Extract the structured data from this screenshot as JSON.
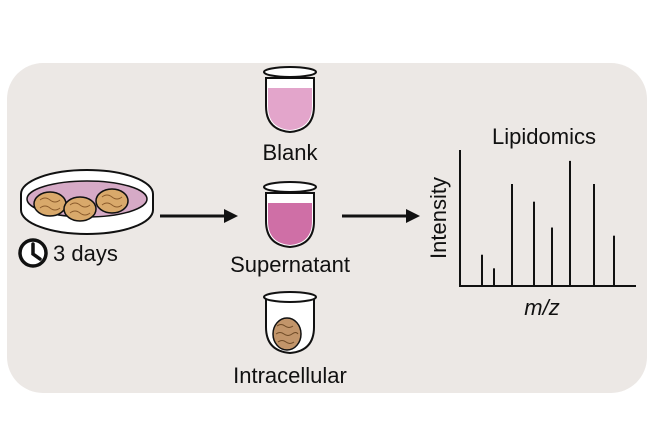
{
  "panel": {
    "background": "#ece8e5"
  },
  "culture": {
    "duration_label": "3 days",
    "icon": "clock-icon",
    "dish_icon": "petri-dish-icon",
    "medium_color": "#d6aac6",
    "cell_color": "#d9a96b"
  },
  "samples": [
    {
      "label": "Blank",
      "fill": "#e3a5cb",
      "icon": "tube-icon"
    },
    {
      "label": "Supernatant",
      "fill": "#cf6fa6",
      "icon": "tube-icon"
    },
    {
      "label": "Intracellular",
      "fill": "#ffffff",
      "icon": "tube-cell-pellet-icon",
      "pellet_color": "#c2956a"
    }
  ],
  "spectrum": {
    "title": "Lipidomics",
    "xlabel": "m/z",
    "ylabel": "Intensity"
  },
  "chart_data": {
    "type": "bar",
    "title": "Lipidomics",
    "xlabel": "m/z",
    "ylabel": "Intensity",
    "values": [
      0.23,
      0.13,
      0.75,
      0.62,
      0.43,
      0.92,
      0.75,
      0.37
    ],
    "ylim": [
      0,
      1
    ],
    "grid": false
  }
}
